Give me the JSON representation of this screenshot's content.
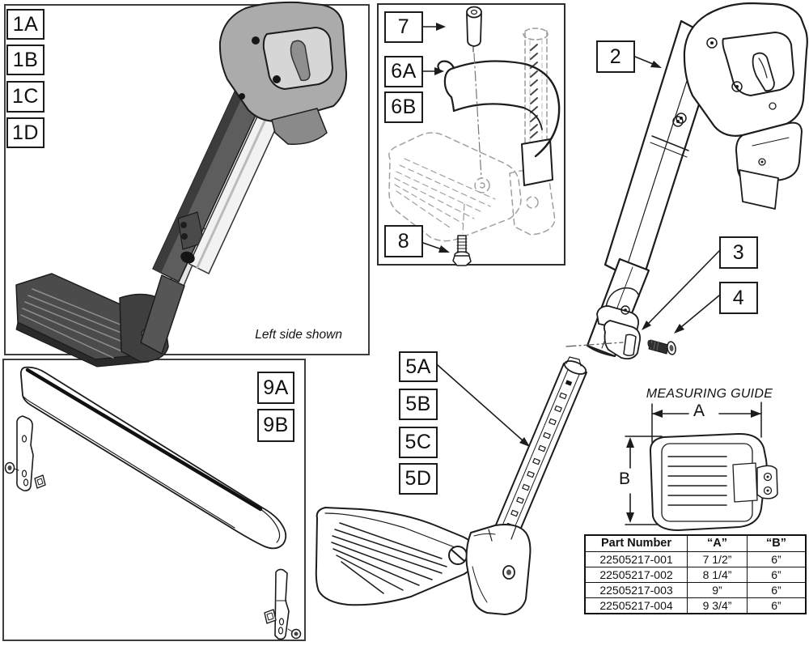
{
  "figure": {
    "caption_left_panel": "Left side shown",
    "measuring_guide": {
      "title": "MEASURING GUIDE",
      "dim_a": "A",
      "dim_b": "B"
    }
  },
  "callouts": {
    "c1a": "1A",
    "c1b": "1B",
    "c1c": "1C",
    "c1d": "1D",
    "c2": "2",
    "c3": "3",
    "c4": "4",
    "c5a": "5A",
    "c5b": "5B",
    "c5c": "5C",
    "c5d": "5D",
    "c6a": "6A",
    "c6b": "6B",
    "c7": "7",
    "c8": "8",
    "c9a": "9A",
    "c9b": "9B"
  },
  "parts_table": {
    "headers": [
      "Part Number",
      "“A”",
      "“B”"
    ],
    "rows": [
      [
        "22505217-001",
        "7 1/2”",
        "6”"
      ],
      [
        "22505217-002",
        "8 1/4”",
        "6”"
      ],
      [
        "22505217-003",
        "9”",
        "6”"
      ],
      [
        "22505217-004",
        "9 3/4”",
        "6”"
      ]
    ]
  }
}
